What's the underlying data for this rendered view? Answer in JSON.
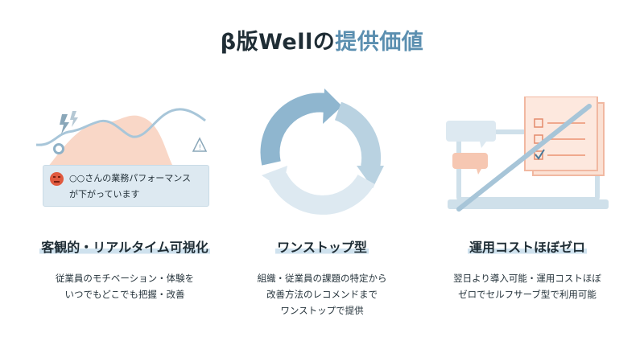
{
  "title": {
    "prefix": "β版Wellの",
    "accent": "提供価値"
  },
  "colors": {
    "accent_blue": "#5b8fb0",
    "light_blue": "#cfe2ee",
    "salmon": "#f6c7b2",
    "dark": "#1f2d35"
  },
  "notification": {
    "line1": "○○さんの業務パフォーマンス",
    "line2": "が下がっています",
    "icon": "sad-face-icon"
  },
  "features": [
    {
      "heading": "客観的・リアルタイム可視化",
      "desc_lines": [
        "従業員のモチベーション・体験を",
        "いつでもどこでも把握・改善"
      ],
      "icon": "line-graph-alert-illustration"
    },
    {
      "heading": "ワンストップ型",
      "desc_lines": [
        "組織・従業員の課題の特定から",
        "改善方法のレコメンドまで",
        "ワンストップで提供"
      ],
      "icon": "circular-arrows-illustration"
    },
    {
      "heading": "運用コストほぼゼロ",
      "desc_lines": [
        "翌日より導入可能・運用コストほぼ",
        "ゼロでセルフサーブ型で利用可能"
      ],
      "icon": "laptop-checklist-crossed-illustration"
    }
  ]
}
